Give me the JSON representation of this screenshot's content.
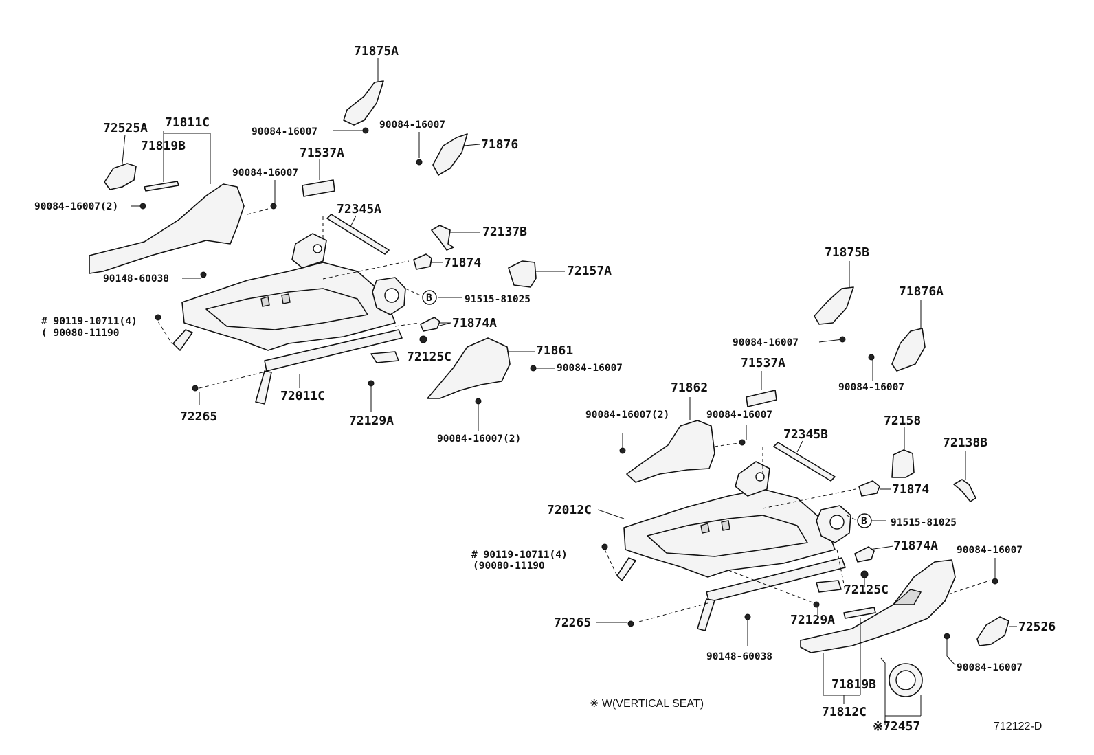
{
  "labels": {
    "p71875A": "71875A",
    "p72525A": "72525A",
    "p71811C": "71811C",
    "p71819B_l": "71819B",
    "p90084_a": "90084-16007",
    "p90084_b": "90084-16007",
    "p71876": "71876",
    "p71537A_l": "71537A",
    "p90084_c": "90084-16007",
    "p90084_2_l": "90084-16007(2)",
    "p72345A": "72345A",
    "p72137B": "72137B",
    "p71874_l": "71874",
    "p72157A": "72157A",
    "p90148_l": "90148-60038",
    "p91515_l": "91515-81025",
    "p90119_l": "# 90119-10711(4)",
    "p90080_l": "( 90080-11190",
    "p71874A_l": "71874A",
    "p72125C_l": "72125C",
    "p71861": "71861",
    "p90084_d": "90084-16007",
    "p72265_l": "72265",
    "p72011C": "72011C",
    "p72129A_l": "72129A",
    "p90084_2_mid": "90084-16007(2)",
    "p71875B": "71875B",
    "p71876A": "71876A",
    "p90084_e": "90084-16007",
    "p71537A_r": "71537A",
    "p90084_f": "90084-16007",
    "p71862": "71862",
    "p90084_2_r": "90084-16007(2)",
    "p90084_g": "90084-16007",
    "p72345B": "72345B",
    "p72158": "72158",
    "p72138B": "72138B",
    "p71874_r": "71874",
    "p72012C": "72012C",
    "p91515_r": "91515-81025",
    "p90119_r": "# 90119-10711(4)",
    "p90080_r": "(90080-11190",
    "p71874A_r": "71874A",
    "p90084_h": "90084-16007",
    "p72125C_r": "72125C",
    "p72265_r": "72265",
    "p72129A_r": "72129A",
    "p72526": "72526",
    "p90148_r": "90148-60038",
    "p90084_i": "90084-16007",
    "p71819B_r": "71819B",
    "p71812C": "71812C",
    "p72457": "※72457",
    "footnote": "※  W(VERTICAL  SEAT)",
    "diagram_id": "712122-D",
    "b_marker": "B"
  }
}
